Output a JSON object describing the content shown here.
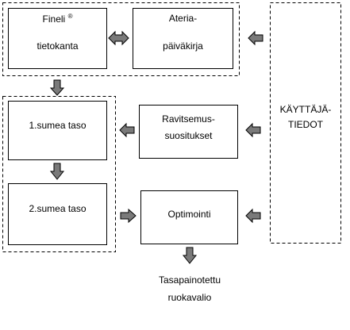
{
  "nodes": {
    "fineli": {
      "line1": "Fineli",
      "sup": "®",
      "line2": "tietokanta"
    },
    "ateria": {
      "line1": "Ateria-",
      "line2": "päiväkirja"
    },
    "kayttaja": {
      "line1": "KÄYTTÄJÄ-",
      "line2": "TIEDOT"
    },
    "ravitsemus": {
      "line1": "Ravitsemus-",
      "line2": "suositukset"
    },
    "sumea1": {
      "label": "1.sumea taso"
    },
    "sumea2": {
      "label": "2.sumea taso"
    },
    "optimointi": {
      "label": "Optimointi"
    },
    "tulos": {
      "line1": "Tasapainotettu",
      "line2": "ruokavalio"
    }
  },
  "colors": {
    "arrow_fill": "#7a7a7a",
    "arrow_stroke": "#000000",
    "box_stroke": "#000000"
  },
  "edges": [
    {
      "from": "fineli",
      "to": "ateria",
      "type": "bidirectional"
    },
    {
      "from": "kayttaja",
      "to": "ateria"
    },
    {
      "from": "kayttaja",
      "to": "ravitsemus"
    },
    {
      "from": "kayttaja",
      "to": "optimointi"
    },
    {
      "from": "fineli",
      "to": "sumea1"
    },
    {
      "from": "ravitsemus",
      "to": "sumea1"
    },
    {
      "from": "sumea1",
      "to": "sumea2"
    },
    {
      "from": "sumea2",
      "to": "optimointi"
    },
    {
      "from": "optimointi",
      "to": "tulos"
    }
  ]
}
